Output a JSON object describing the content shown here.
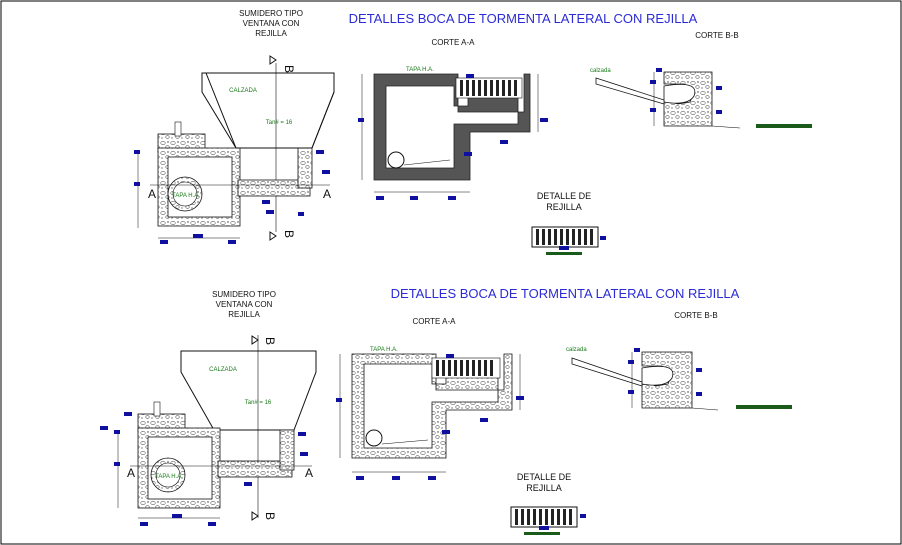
{
  "sheets": [
    {
      "title": "DETALLES BOCA DE TORMENTA LATERAL CON REJILLA",
      "plan_title": "SUMIDERO TIPO VENTANA CON REJILLA",
      "plan_title_lines": [
        "SUMIDERO TIPO",
        "VENTANA CON",
        "REJILLA"
      ],
      "calzada": "CALZADA",
      "slope": "Tan# = 16",
      "tapa_plan": "TAPA H.A.",
      "section_a": "A",
      "section_b": "B",
      "corte_aa": "CORTE A-A",
      "tapa_aa": "TAPA H.A.",
      "corte_bb": "CORTE B-B",
      "calzada_bb": "calzada",
      "detalle_lines": [
        "DETALLE DE",
        "REJILLA"
      ]
    },
    {
      "title": "DETALLES BOCA DE TORMENTA LATERAL CON REJILLA",
      "plan_title": "SUMIDERO TIPO VENTANA CON REJILLA",
      "plan_title_lines": [
        "SUMIDERO TIPO",
        "VENTANA CON",
        "REJILLA"
      ],
      "calzada": "CALZADA",
      "slope": "Tan# = 16",
      "tapa_plan": "TAPA H.A.",
      "section_a": "A",
      "section_b": "B",
      "corte_aa": "CORTE A-A",
      "tapa_aa": "TAPA H.A.",
      "corte_bb": "CORTE B-B",
      "calzada_bb": "calzada",
      "detalle_lines": [
        "DETALLE DE",
        "REJILLA"
      ]
    }
  ],
  "colors": {
    "title": "#2b2bd6",
    "dimension_tag": "#1010a0",
    "hatch_green": "#1a5a1a",
    "wall_fill": "#555555"
  }
}
